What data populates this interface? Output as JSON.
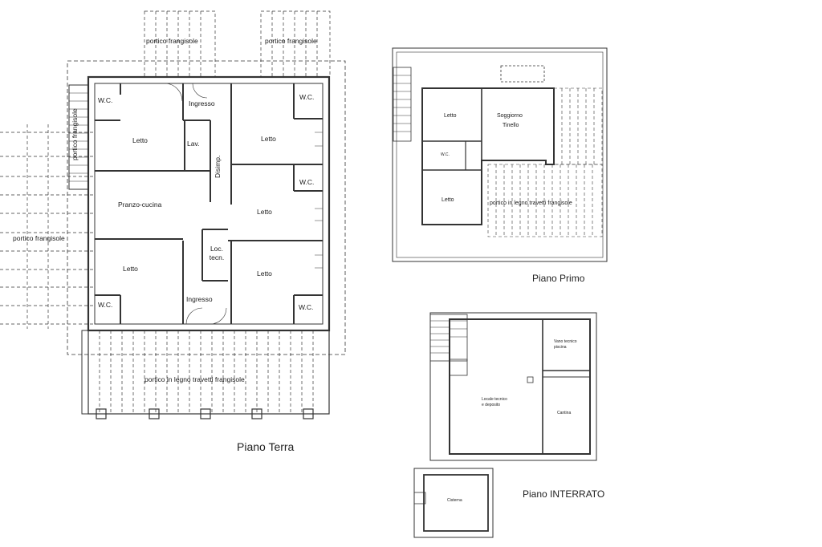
{
  "ground_floor": {
    "title": "Piano Terra",
    "rooms": {
      "wc_top_left": "W.C.",
      "wc_top_right": "W.C.",
      "wc_mid_right": "W.C.",
      "wc_bottom_left": "W.C.",
      "wc_bottom_right": "W.C.",
      "letto_top_left": "Letto",
      "letto_top_right": "Letto",
      "letto_mid_right": "Letto",
      "letto_bottom_left": "Letto",
      "letto_bottom_right": "Letto",
      "ingresso_top": "Ingresso",
      "ingresso_bottom": "Ingresso",
      "lav": "Lav.",
      "disimp": "Disimp.",
      "pranzo_cucina": "Pranzo-cucina",
      "loc_tecn": "Loc. tecn."
    },
    "porticos": {
      "top_left": "portico frangisole",
      "top_right": "portico frangisole",
      "left": "portico frangisole",
      "bottom": "portico in legno travetti frangisole",
      "left_vertical": "portico frangisole"
    }
  },
  "first_floor": {
    "title": "Piano Primo",
    "rooms": {
      "letto_top": "Letto",
      "soggiorno": "Soggiorno",
      "tinello": "Tinello",
      "wc": "W.C.",
      "letto_bottom": "Letto"
    },
    "portico": "portico in legno travetti frangisole"
  },
  "basement": {
    "title": "Piano INTERRATO",
    "rooms": {
      "vano_tecnico": "Vano tecnico",
      "piscina": "piscina",
      "locale_tecnico": "Locale tecnico",
      "deposito": "e deposito",
      "cantina": "Cantina",
      "cisterna": "Cisterna"
    }
  }
}
